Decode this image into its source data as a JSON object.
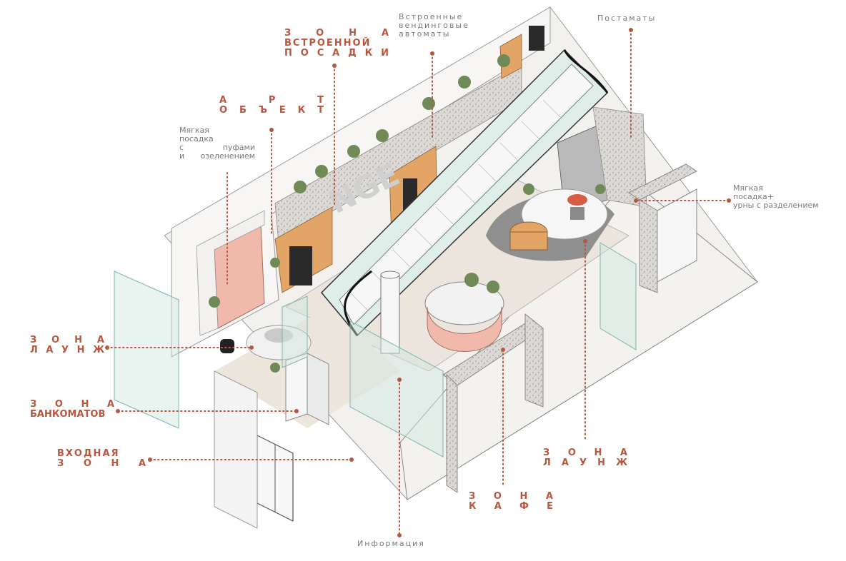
{
  "colors": {
    "accent": "#b8573f",
    "note_text": "#7a7a7a",
    "terrazzo": "#d9d6d2",
    "wood": "#e2a565",
    "pink": "#f0b9ac",
    "floor_dark": "#8c8c8c",
    "floor_light": "#e8e3dc",
    "glass": "#cfe7e0",
    "plant": "#6f8a56"
  },
  "labels": {
    "seating_zone": [
      "З О Н А",
      "ВСТРОЕННОЙ",
      "П О С А Д К И"
    ],
    "vending": [
      "Встроенные",
      "вендинговые",
      "автоматы"
    ],
    "postamats": "Постаматы",
    "art_object": [
      "А Р Т",
      "О Б Ъ Е К Т"
    ],
    "soft_seating_left": [
      "Мягкая",
      "посадка",
      "с пуфами",
      "и озеленением"
    ],
    "soft_seating_right": [
      "Мягкая",
      "посадка+",
      "урны с разделением"
    ],
    "lounge_left": [
      "З О Н А",
      "Л А У Н Ж"
    ],
    "atm_zone": [
      "З О Н А",
      "БАНКОМАТОВ"
    ],
    "entrance": [
      "ВХОДНАЯ",
      "З О Н А"
    ],
    "lounge_right": [
      "З О Н А",
      "Л А У Н Ж"
    ],
    "cafe": [
      "З О Н А",
      "К А Ф Е"
    ],
    "info": "Информация",
    "wall_sign": "NGE"
  }
}
